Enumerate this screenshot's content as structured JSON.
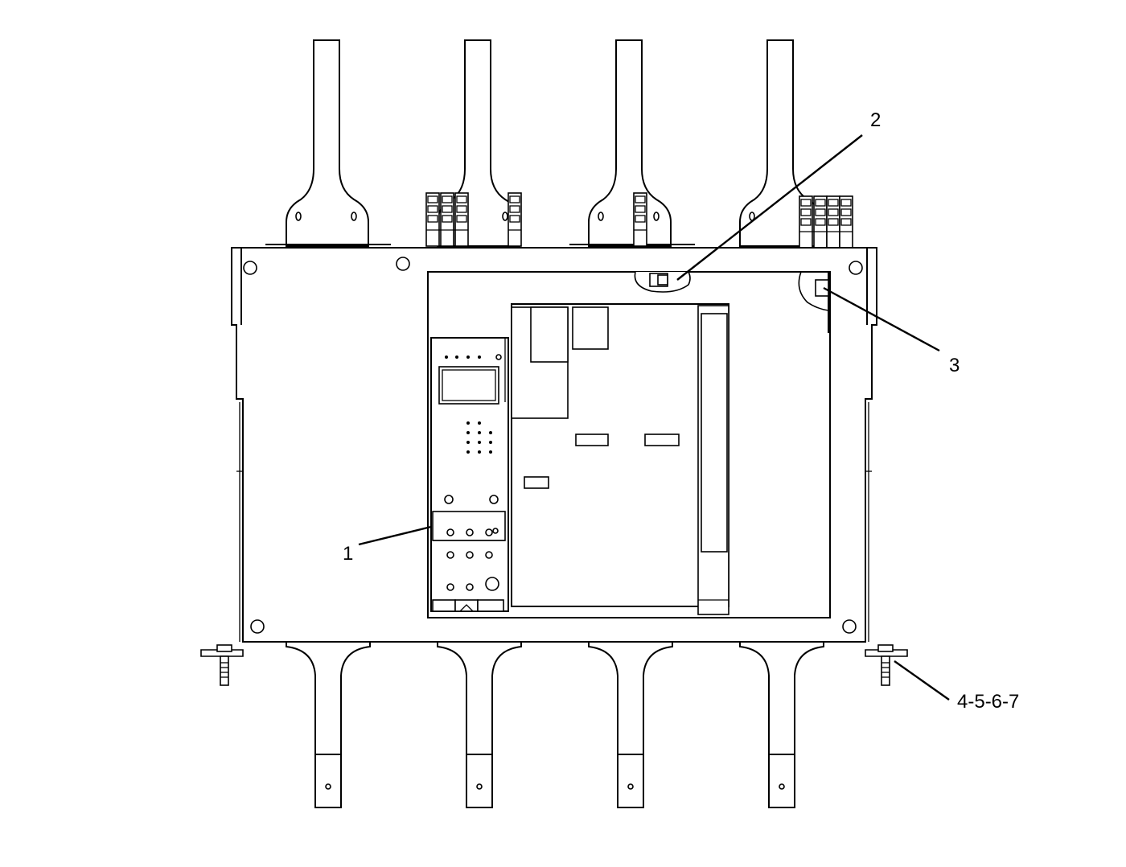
{
  "diagram": {
    "callouts": [
      {
        "id": "c1",
        "label": "1"
      },
      {
        "id": "c2",
        "label": "2"
      },
      {
        "id": "c3",
        "label": "3"
      },
      {
        "id": "c4",
        "label": "4-5-6-7"
      }
    ]
  }
}
